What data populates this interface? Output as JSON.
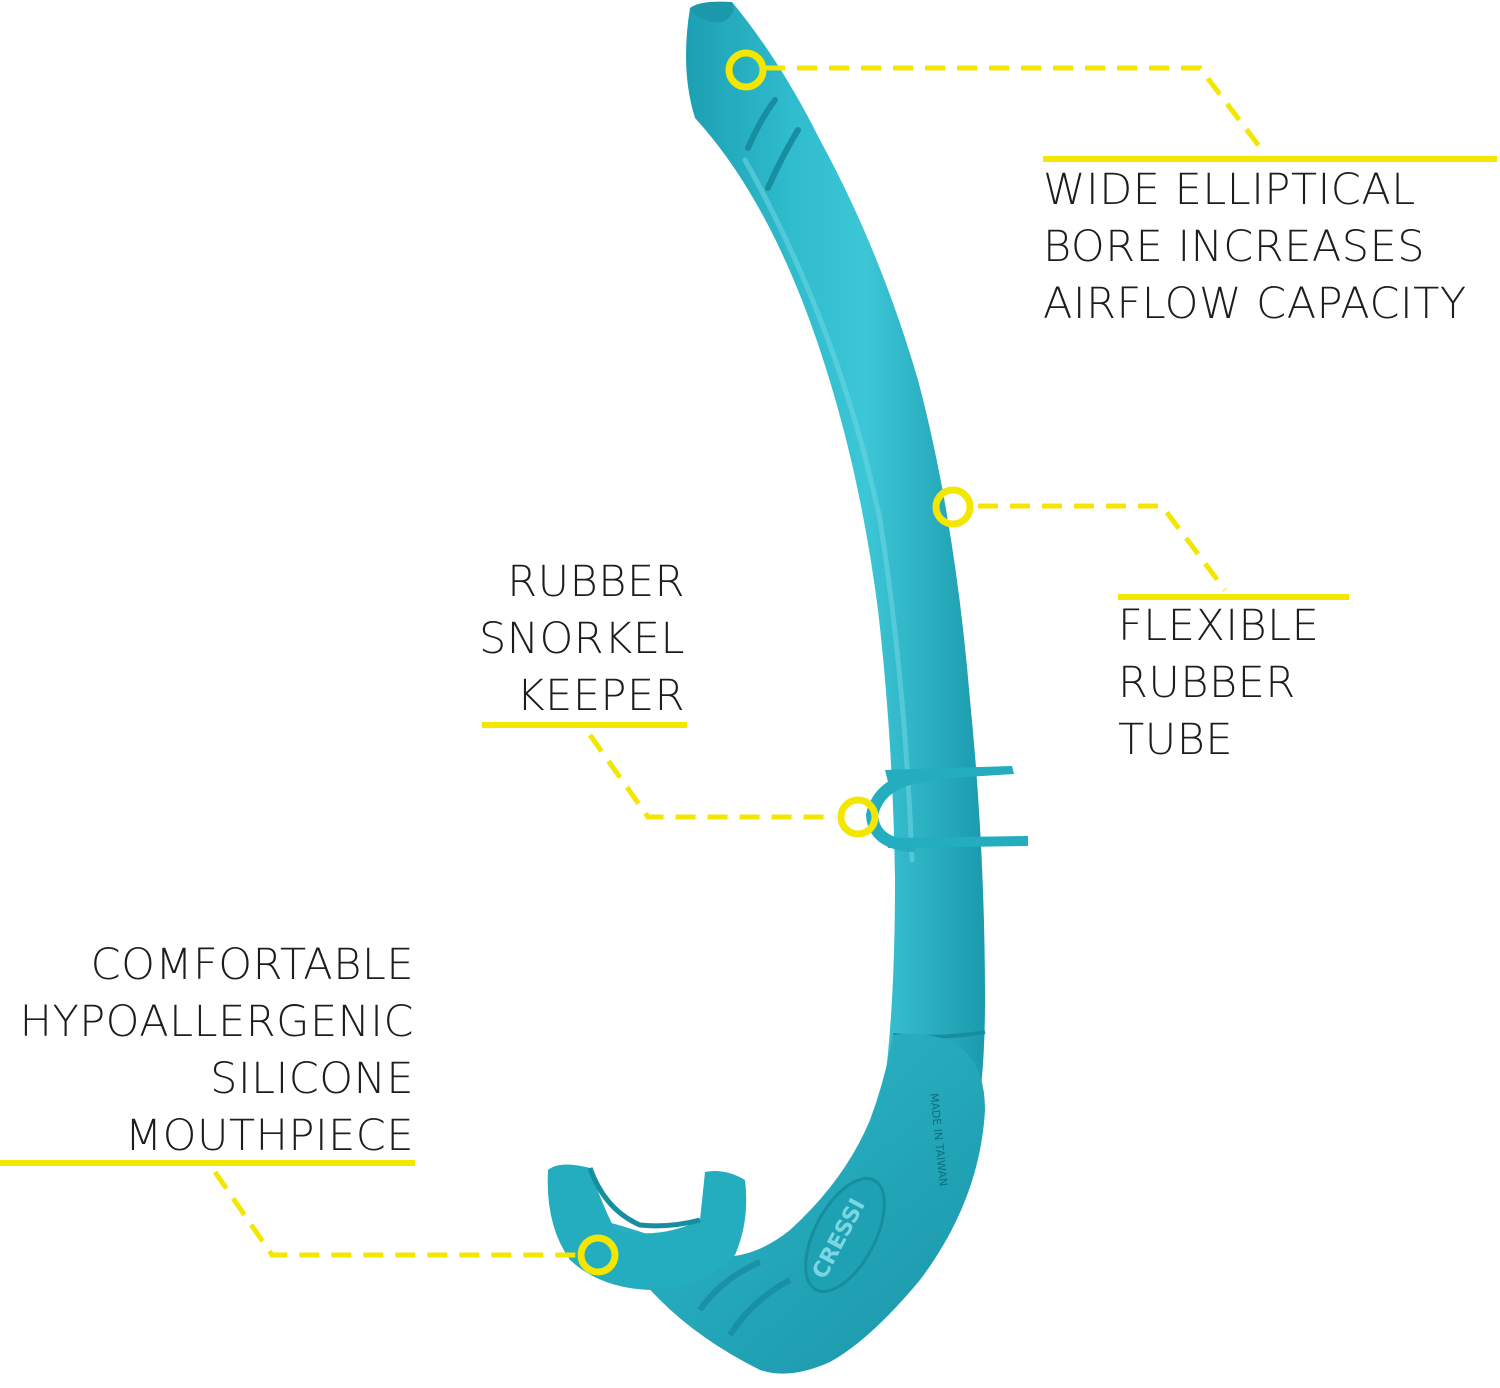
{
  "colors": {
    "background": "#ffffff",
    "accent_yellow": "#f3e600",
    "snorkel_body": "#25b5c8",
    "snorkel_shadow": "#1897ab",
    "snorkel_highlight": "#6fd7e3",
    "text": "#1d1d1b"
  },
  "brand": {
    "logo_text": "CRESSI",
    "imprint_text": "MADE IN TAIWAN"
  },
  "callouts": {
    "bore": {
      "lines": [
        "WIDE ELLIPTICAL",
        "BORE INCREASES",
        "AIRFLOW CAPACITY"
      ]
    },
    "tube": {
      "lines": [
        "FLEXIBLE",
        "RUBBER",
        "TUBE"
      ]
    },
    "keeper": {
      "lines": [
        "RUBBER",
        "SNORKEL",
        "KEEPER"
      ]
    },
    "mouthpiece": {
      "lines": [
        "COMFORTABLE",
        "HYPOALLERGENIC",
        "SILICONE",
        "MOUTHPIECE"
      ]
    }
  }
}
